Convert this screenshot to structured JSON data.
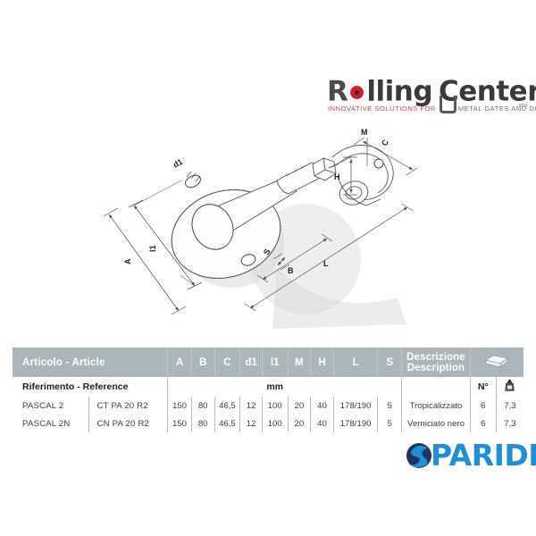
{
  "brand": {
    "name_part1": "R",
    "name_part2": "lling",
    "name_part3": "Center",
    "trademark": "®",
    "legal_suffix": "SPA",
    "tagline_left": "INNOVATIVE SOLUTIONS FOR",
    "tagline_right": "METAL GATES AND DOORS",
    "color_red": "#d21f26",
    "color_dark": "#3a3a3a"
  },
  "drawing": {
    "labels": {
      "A": "A",
      "B": "B",
      "C": "C",
      "d1": "d1",
      "l1": "l1",
      "M": "M",
      "H": "H",
      "L": "L",
      "S": "S"
    }
  },
  "table": {
    "headers": {
      "article": "Articolo - Article",
      "A": "A",
      "B": "B",
      "C": "C",
      "d1": "d1",
      "l1": "l1",
      "M": "M",
      "H": "H",
      "L": "L",
      "S": "S",
      "description_it": "Descrizione",
      "description_en": "Description",
      "package_icon": "box-icon"
    },
    "subheader": {
      "reference": "Riferimento - Reference",
      "unit": "mm",
      "quantity": "N°",
      "weight_icon": "weight-icon"
    },
    "rows": [
      {
        "article": "PASCAL 2",
        "reference": "CT PA 20 R2",
        "A": "150",
        "B": "80",
        "C": "46,5",
        "d1": "12",
        "l1": "100",
        "M": "20",
        "H": "40",
        "L": "178/190",
        "S": "5",
        "description": "Tropicalizzato",
        "quantity": "6",
        "weight": "7,3"
      },
      {
        "article": "PASCAL 2N",
        "reference": "CN PA 20 R2",
        "A": "150",
        "B": "80",
        "C": "46,5",
        "d1": "12",
        "l1": "100",
        "M": "20",
        "H": "40",
        "L": "178/190",
        "S": "5",
        "description": "Verniciato nero",
        "quantity": "6",
        "weight": "7,3"
      }
    ],
    "header_bg": "#aab6bb"
  },
  "footer": {
    "distributor": "PARIDE",
    "color": "#1f8fd6",
    "mark_color": "#22345c"
  }
}
